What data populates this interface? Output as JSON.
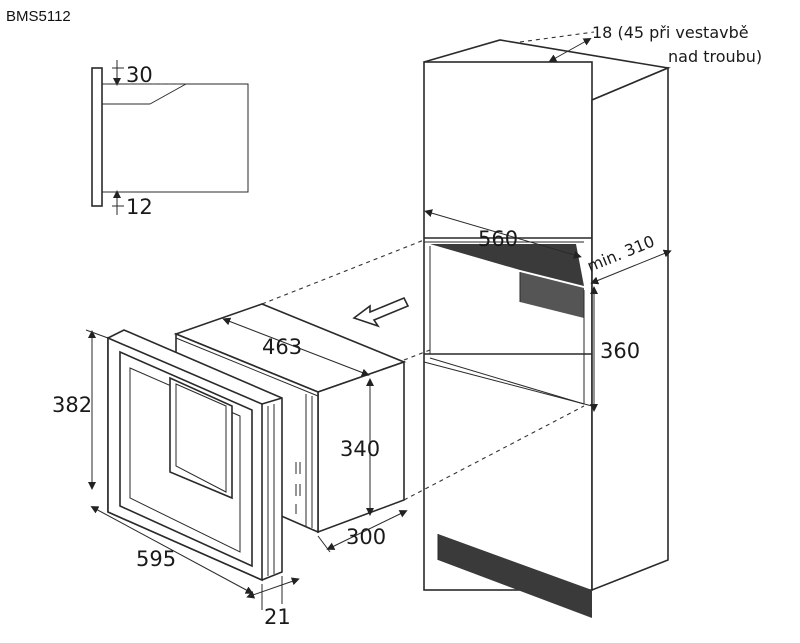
{
  "model": "BMS5112",
  "dims": {
    "panel_top": "30",
    "panel_bottom": "12",
    "clearance_label_line1": "18 (45 při vestavbě",
    "clearance_label_line2": "nad troubu)",
    "niche_width": "560",
    "min_depth": "min. 310",
    "niche_height": "360",
    "unit_width": "463",
    "unit_height": "340",
    "unit_depth": "300",
    "frame_height": "382",
    "frame_width": "595",
    "frame_depth": "21"
  },
  "icons": {
    "insert_arrow": "insert-direction-arrow"
  }
}
